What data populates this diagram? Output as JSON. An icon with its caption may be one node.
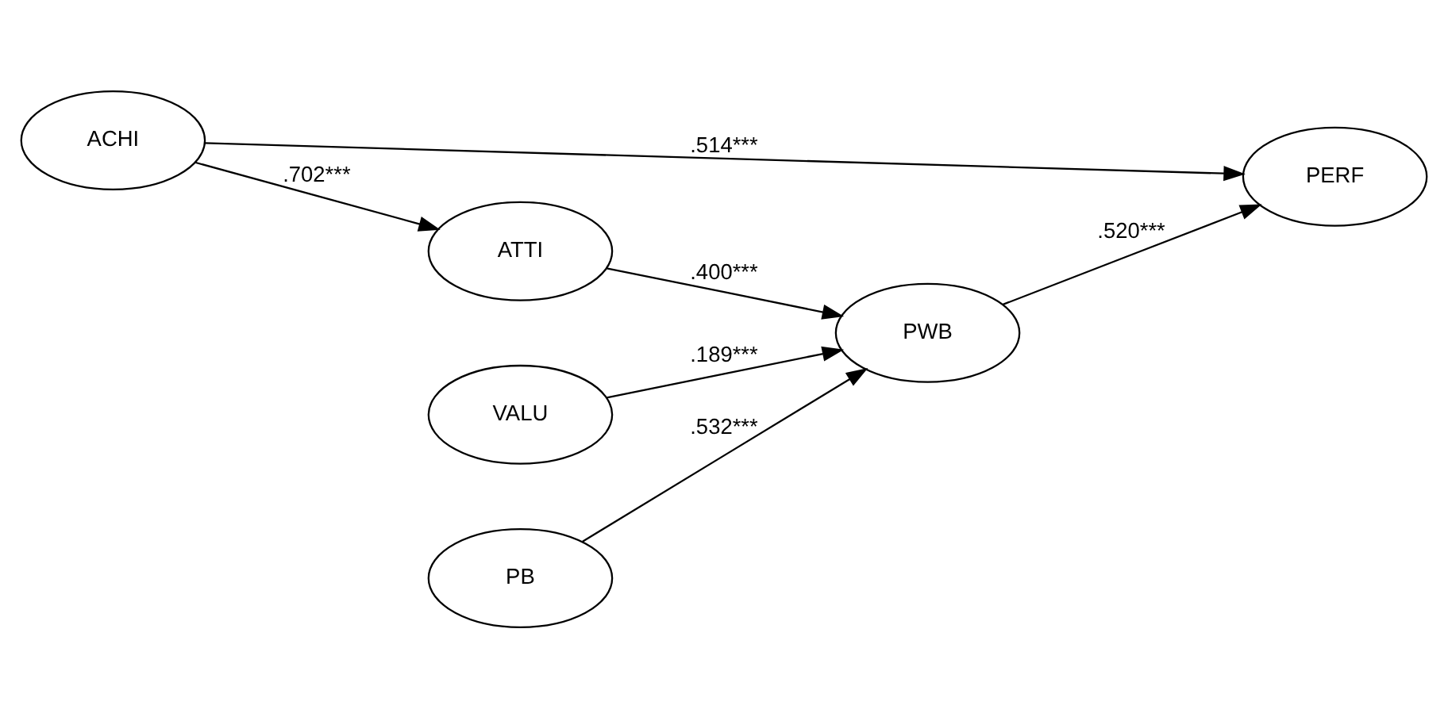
{
  "diagram": {
    "nodes": [
      {
        "text": [
          "ACHI"
        ]
      },
      {
        "text": [
          "ATTI"
        ]
      },
      {
        "text": [
          "PB"
        ]
      },
      {
        "text": [
          "PWB"
        ]
      },
      {
        "text": [
          "PERF"
        ]
      },
      {
        "text": [
          "VALU"
        ]
      }
    ],
    "edges": [
      {
        "from": 0,
        "to": 1,
        "arrow": "to",
        "label": ".702***"
      },
      {
        "from": 0,
        "to": 4,
        "arrow": "to",
        "label": ".514***"
      },
      {
        "from": 1,
        "to": 3,
        "arrow": "to",
        "label": ".400***"
      },
      {
        "from": 2,
        "to": 3,
        "arrow": "to",
        "label": ".532***"
      },
      {
        "from": 5,
        "to": 3,
        "arrow": "to",
        "label": ".189***"
      },
      {
        "from": 3,
        "to": 4,
        "arrow": "to",
        "label": ".520***"
      }
    ]
  }
}
